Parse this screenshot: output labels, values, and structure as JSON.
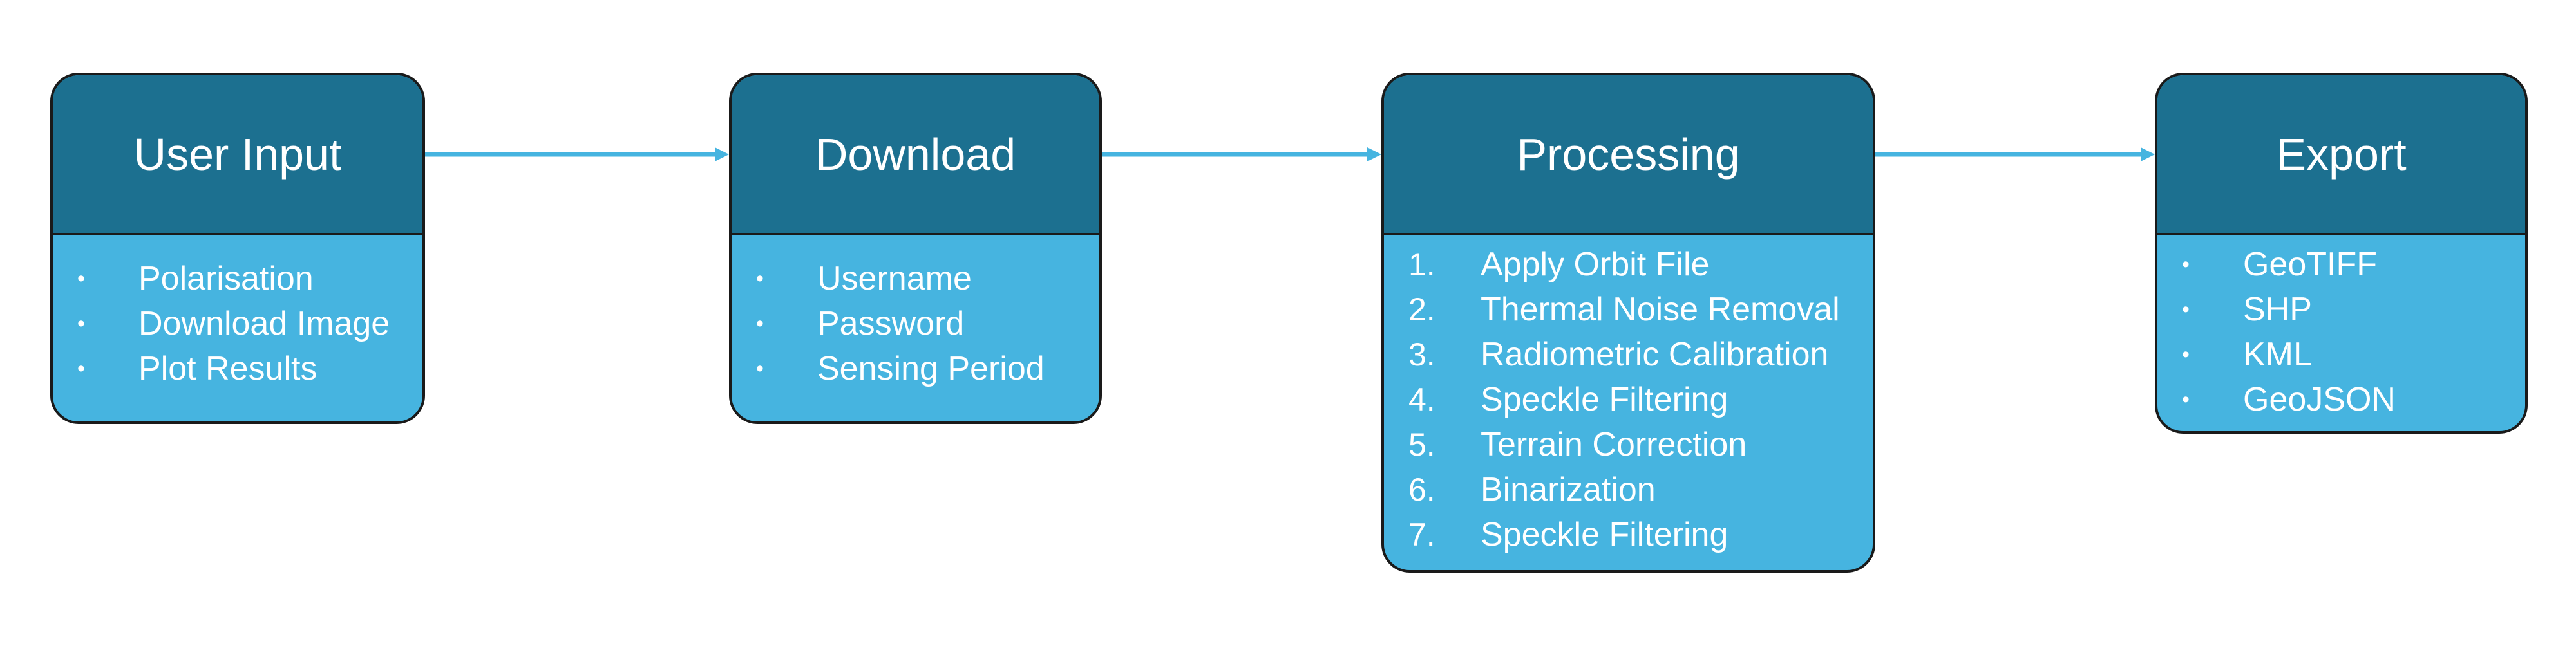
{
  "colors": {
    "header": "#1c7090",
    "body": "#46b4e0",
    "border": "#1a1a1a",
    "arrow": "#46b4e0",
    "text": "#ffffff"
  },
  "steps": [
    {
      "title": "User Input",
      "list_style": "bullet",
      "items": [
        "Polarisation",
        "Download Image",
        "Plot Results"
      ]
    },
    {
      "title": "Download",
      "list_style": "bullet",
      "items": [
        "Username",
        "Password",
        "Sensing Period"
      ]
    },
    {
      "title": "Processing",
      "list_style": "numbered",
      "markers": [
        "1.",
        "2.",
        "3.",
        "4.",
        "5.",
        "6.",
        "7."
      ],
      "items": [
        "Apply Orbit File",
        "Thermal Noise Removal",
        "Radiometric Calibration",
        "Speckle Filtering",
        "Terrain Correction",
        "Binarization",
        "Speckle Filtering"
      ]
    },
    {
      "title": "Export",
      "list_style": "bullet",
      "items": [
        "GeoTIFF",
        "SHP",
        "KML",
        "GeoJSON"
      ]
    }
  ]
}
